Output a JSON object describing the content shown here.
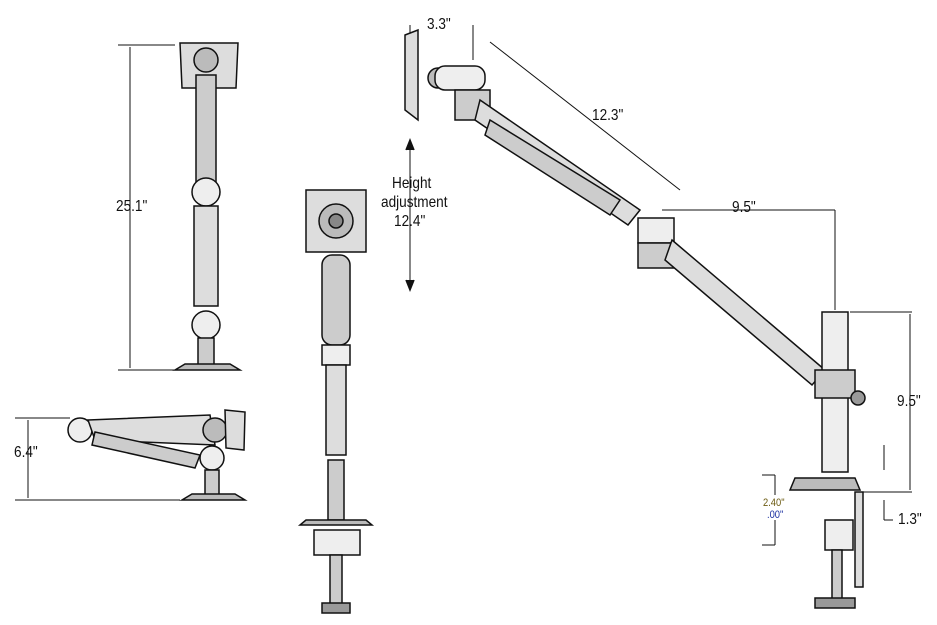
{
  "front_view": {
    "height_label": "25.1\""
  },
  "side_view": {
    "height_label": "6.4\""
  },
  "rear_view": {
    "height_adjustment_label": "Height",
    "height_adjustment_label2": "adjustment",
    "height_adjustment_value": "12.4\""
  },
  "side_profile": {
    "tilt_offset": "3.3\"",
    "upper_arm": "12.3\"",
    "lower_arm": "9.5\"",
    "pole_height": "9.5\"",
    "clamp_height": "1.3\"",
    "desk_thickness_max": "2.40\"",
    "desk_thickness_min": ".00\""
  },
  "colors": {
    "line": "#111111",
    "thickness_max": "#6b5a10",
    "thickness_min": "#1a2fa0"
  }
}
